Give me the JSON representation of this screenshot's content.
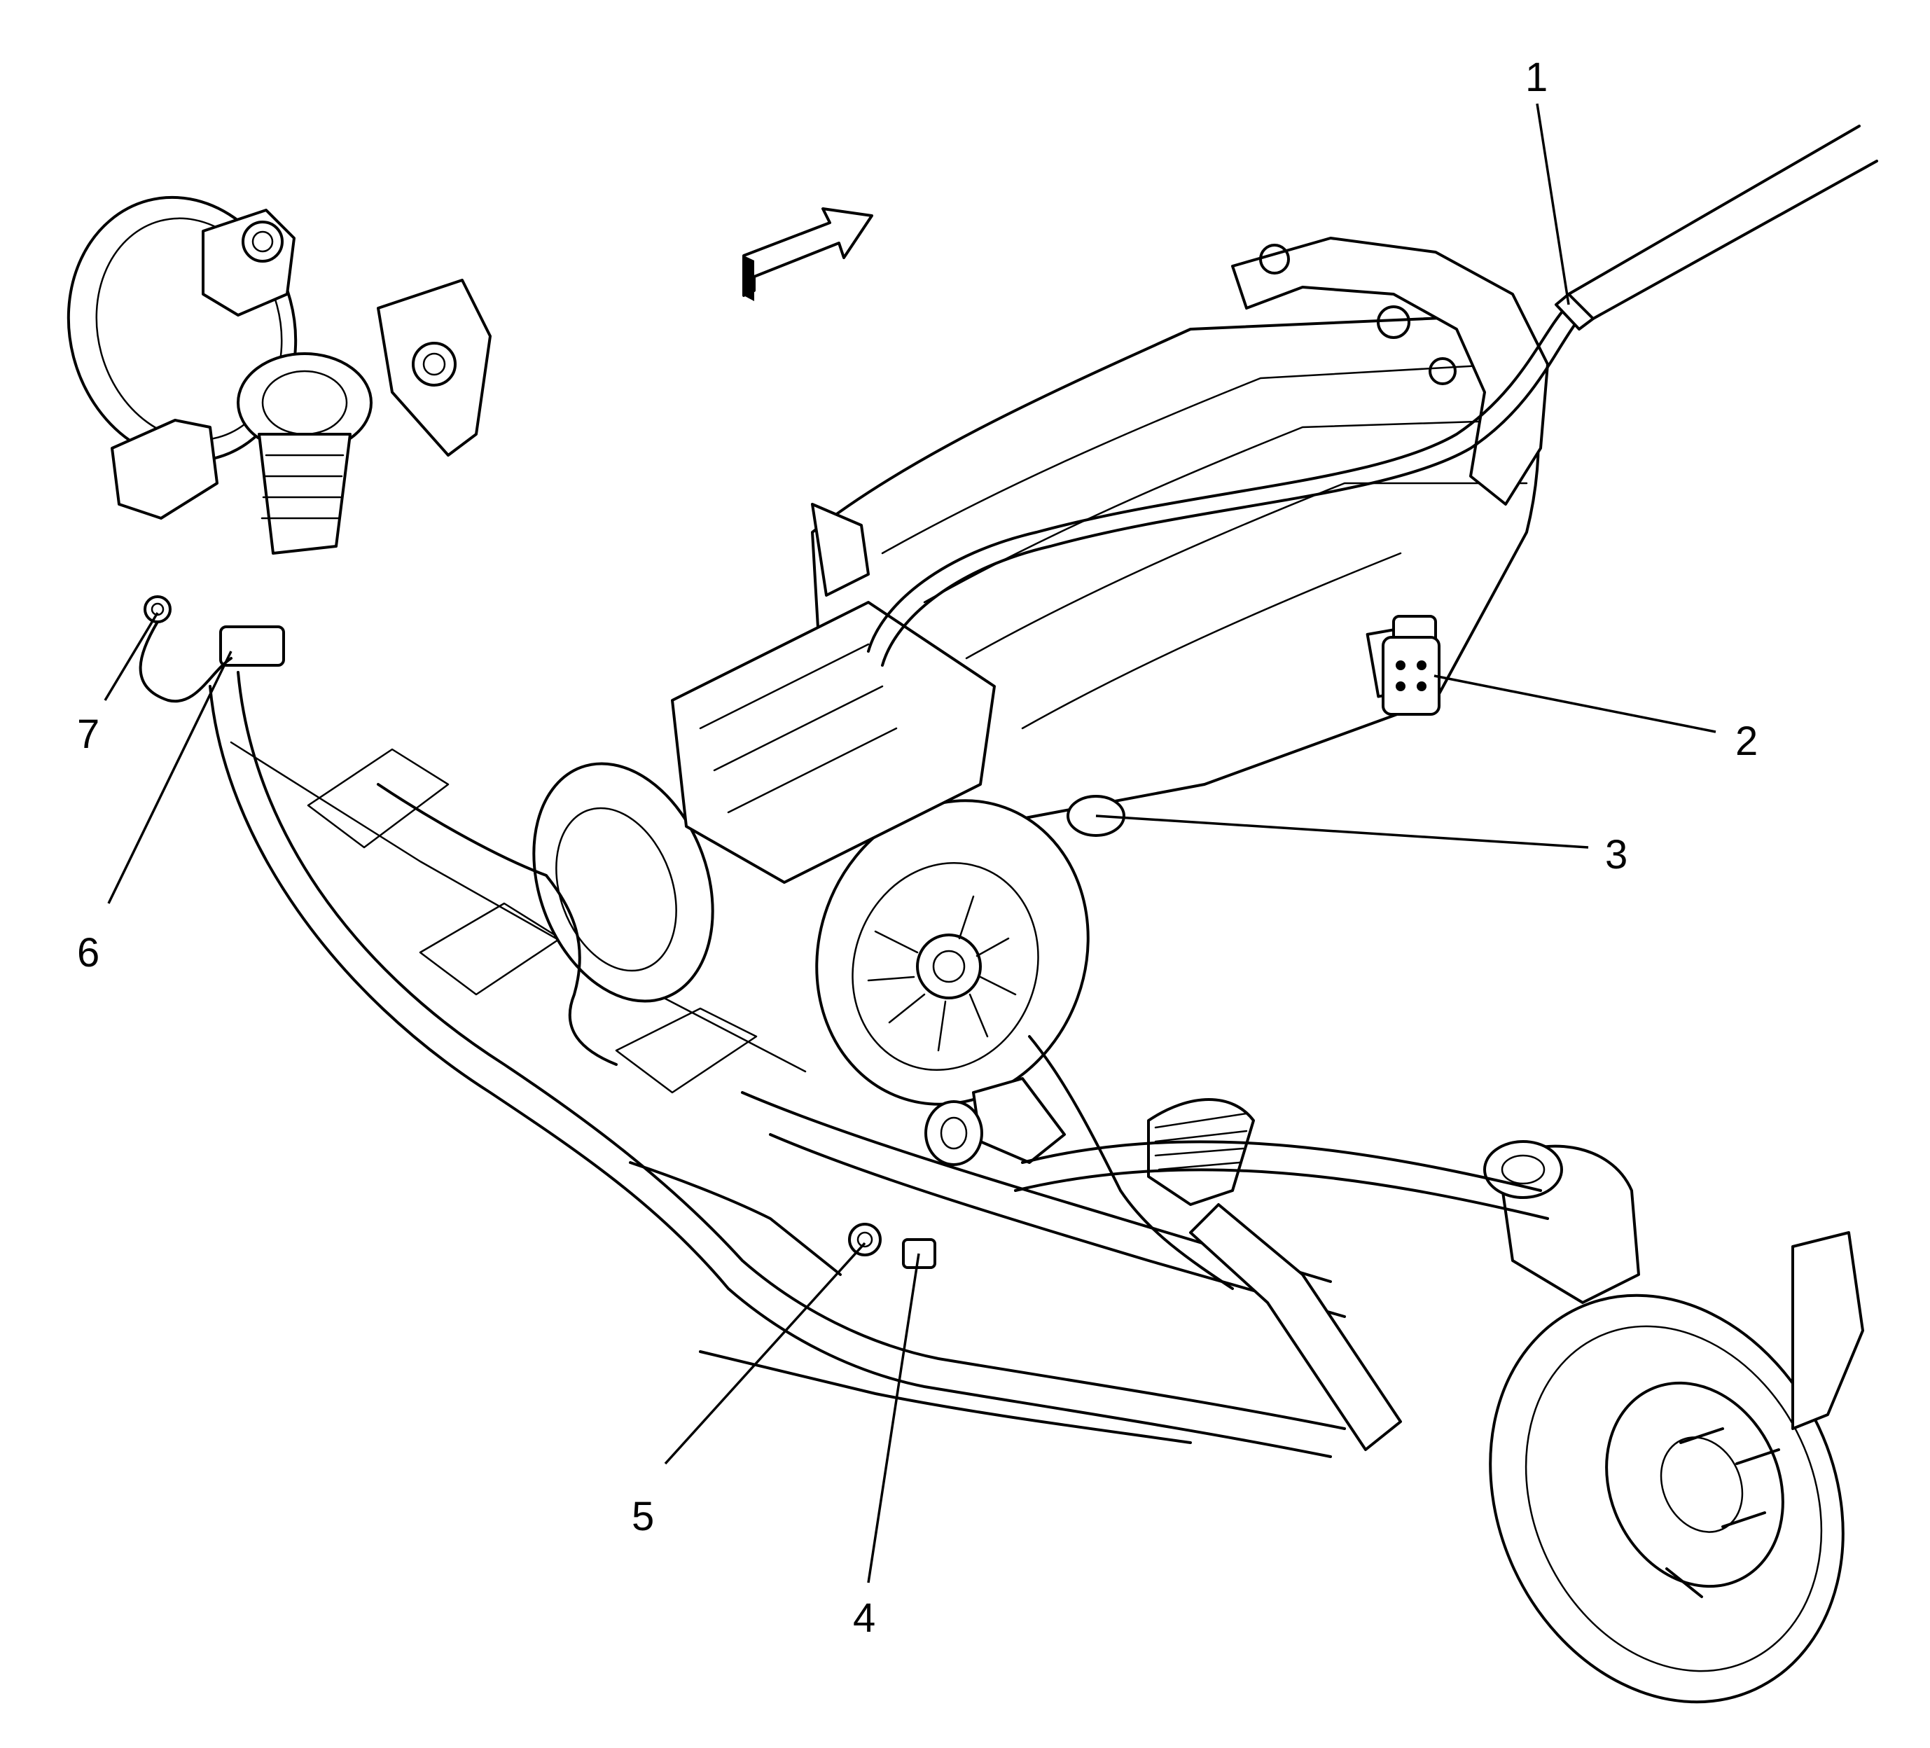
{
  "diagram": {
    "callouts": [
      {
        "id": "1",
        "label": "1"
      },
      {
        "id": "2",
        "label": "2"
      },
      {
        "id": "3",
        "label": "3"
      },
      {
        "id": "4",
        "label": "4"
      },
      {
        "id": "5",
        "label": "5"
      },
      {
        "id": "6",
        "label": "6"
      },
      {
        "id": "7",
        "label": "7"
      }
    ],
    "direction_arrow": {
      "icon": "front-direction-arrow-icon"
    },
    "colors": {
      "line": "#000000",
      "background": "#ffffff"
    }
  }
}
